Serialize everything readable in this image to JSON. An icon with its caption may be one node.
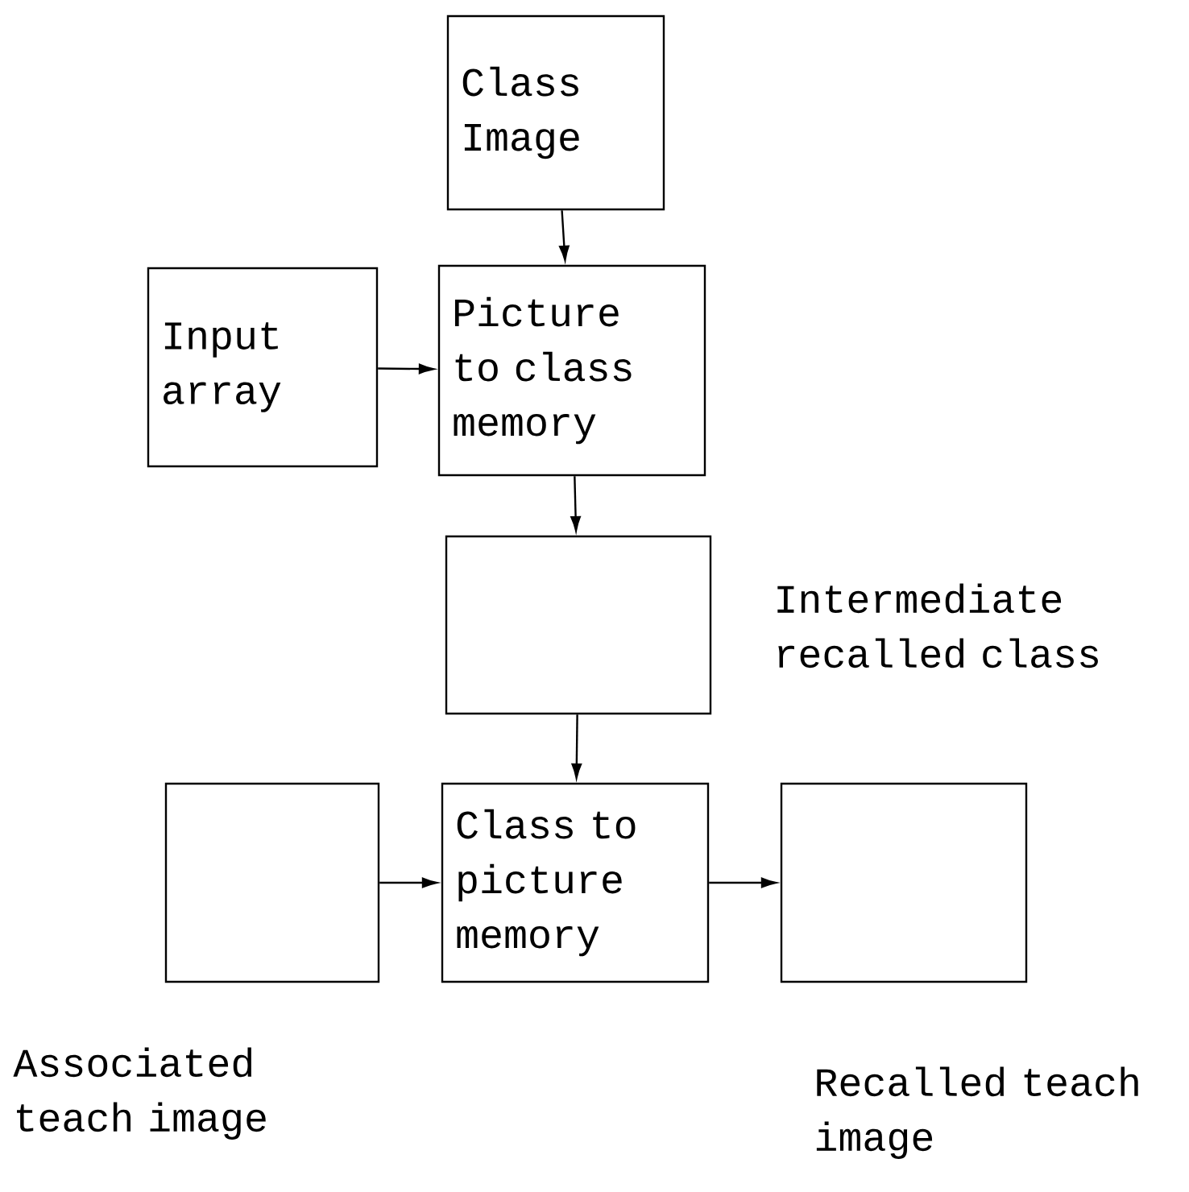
{
  "diagram": {
    "nodes": [
      {
        "text": [
          "Class Image"
        ]
      },
      {
        "text": [
          "Input array"
        ]
      },
      {
        "text": [
          "Picture to class memory"
        ]
      },
      {
        "text": [],
        "shape": "box",
        "beside": [
          "Intermediate recalled class"
        ]
      },
      {
        "text": [],
        "shape": "box",
        "beside": [
          "Associated teach image"
        ]
      },
      {
        "text": [
          "Class to picture memory"
        ]
      },
      {
        "text": [],
        "shape": "box",
        "beside": [
          "Recalled teach image"
        ]
      }
    ],
    "edges": [
      {
        "from": 0,
        "to": 2,
        "arrow": "to"
      },
      {
        "from": 1,
        "to": 2,
        "arrow": "to"
      },
      {
        "from": 2,
        "to": 3,
        "arrow": "to"
      },
      {
        "from": 3,
        "to": 5,
        "arrow": "to"
      },
      {
        "from": 4,
        "to": 5,
        "arrow": "to"
      },
      {
        "from": 5,
        "to": 6,
        "arrow": "to"
      }
    ]
  }
}
